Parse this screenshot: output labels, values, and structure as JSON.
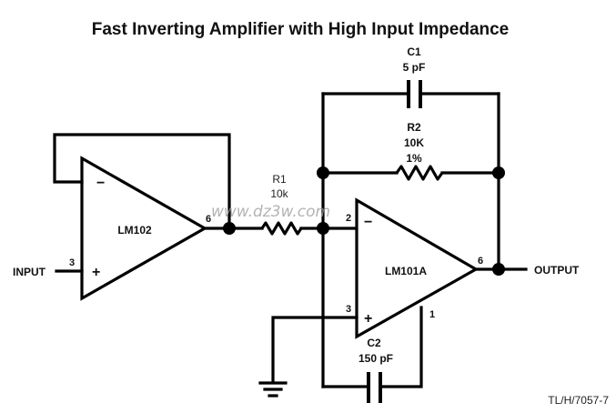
{
  "title": "Fast Inverting Amplifier with High Input Impedance",
  "reference": "TL/H/7057-7",
  "watermark": "www.dz3w.com",
  "input_label": "INPUT",
  "output_label": "OUTPUT",
  "opamps": [
    {
      "name": "LM102",
      "inverting_symbol": "−",
      "noninverting_symbol": "+",
      "pins": {
        "noninverting": "3",
        "output": "6"
      }
    },
    {
      "name": "LM101A",
      "inverting_symbol": "−",
      "noninverting_symbol": "+",
      "pins": {
        "inverting": "2",
        "noninverting": "3",
        "output": "6",
        "compensation": "1"
      }
    }
  ],
  "components": {
    "R1": {
      "label": "R1",
      "value": "10k"
    },
    "R2": {
      "label": "R2",
      "value": "10K",
      "tolerance": "1%"
    },
    "C1": {
      "label": "C1",
      "value": "5 pF"
    },
    "C2": {
      "label": "C2",
      "value": "150 pF"
    }
  }
}
